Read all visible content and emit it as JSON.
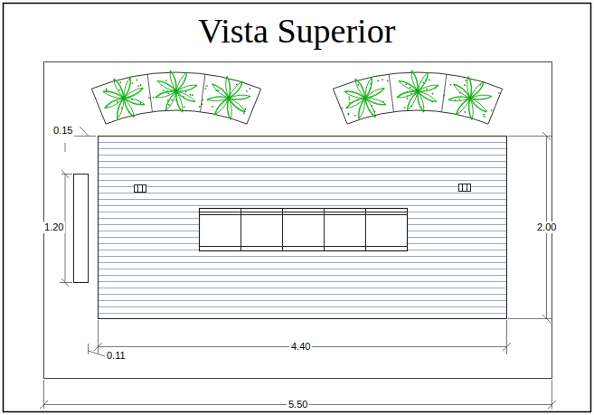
{
  "diagram": {
    "title": "Vista Superior",
    "labels": [
      "0.15",
      "1.20",
      "2.00",
      "4.40",
      "0.11",
      "5.50"
    ]
  }
}
